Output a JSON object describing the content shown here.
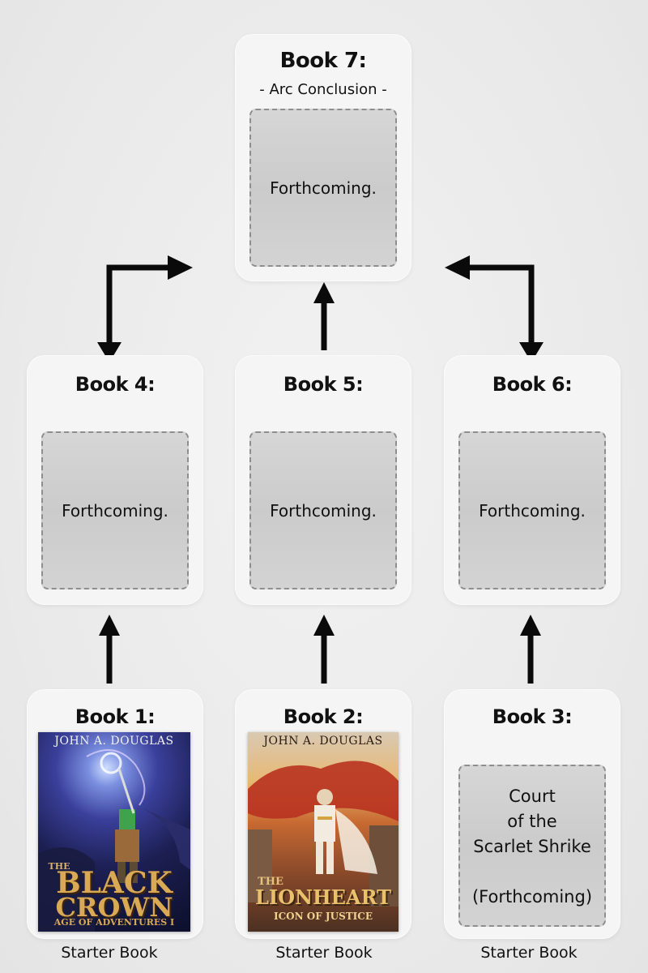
{
  "books": {
    "book7": {
      "title": "Book 7:",
      "subtitle": "- Arc Conclusion -",
      "placeholder": "Forthcoming."
    },
    "book4": {
      "title": "Book 4:",
      "placeholder": "Forthcoming."
    },
    "book5": {
      "title": "Book 5:",
      "placeholder": "Forthcoming."
    },
    "book6": {
      "title": "Book 6:",
      "placeholder": "Forthcoming."
    },
    "book1": {
      "title": "Book 1:",
      "cover": {
        "author": "JOHN A. DOUGLAS",
        "title_line1": "THE",
        "title_line2": "BLACK",
        "title_line3": "CROWN",
        "series": "AGE OF ADVENTURES I"
      },
      "label": "Starter Book"
    },
    "book2": {
      "title": "Book 2:",
      "cover": {
        "author": "JOHN A. DOUGLAS",
        "title_line1": "THE",
        "title_line2": "LIONHEART",
        "series": "ICON OF JUSTICE"
      },
      "label": "Starter Book"
    },
    "book3": {
      "title": "Book 3:",
      "placeholder_lines": [
        "Court",
        "of the",
        "Scarlet Shrike",
        "",
        "(Forthcoming)"
      ],
      "label": "Starter Book"
    }
  },
  "colors": {
    "arrow": "#0a0a0a",
    "card": "#f5f5f5",
    "placeholder": "#cfcfcf",
    "placeholder_border": "#8e8e8e"
  },
  "icons": {
    "arrow_up": "arrow-up-icon",
    "arrow_bidirectional_elbow": "elbow-arrow-icon"
  }
}
